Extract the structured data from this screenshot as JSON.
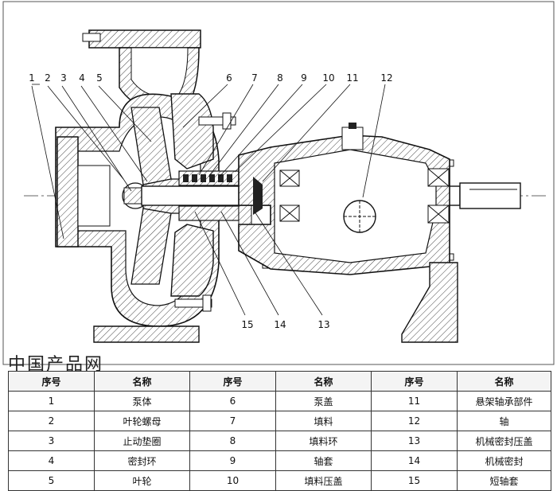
{
  "diagram": {
    "callouts": [
      "1",
      "2",
      "3",
      "4",
      "5",
      "6",
      "7",
      "8",
      "9",
      "10",
      "11",
      "12",
      "13",
      "14",
      "15"
    ]
  },
  "watermark": "中国产品网",
  "table": {
    "headers": [
      "序号",
      "名称",
      "序号",
      "名称",
      "序号",
      "名称"
    ],
    "rows": [
      [
        "1",
        "泵体",
        "6",
        "泵盖",
        "11",
        "悬架轴承部件"
      ],
      [
        "2",
        "叶轮螺母",
        "7",
        "填料",
        "12",
        "轴"
      ],
      [
        "3",
        "止动垫圈",
        "8",
        "填料环",
        "13",
        "机械密封压盖"
      ],
      [
        "4",
        "密封环",
        "9",
        "轴套",
        "14",
        "机械密封"
      ],
      [
        "5",
        "叶轮",
        "10",
        "填料压盖",
        "15",
        "短轴套"
      ]
    ]
  }
}
